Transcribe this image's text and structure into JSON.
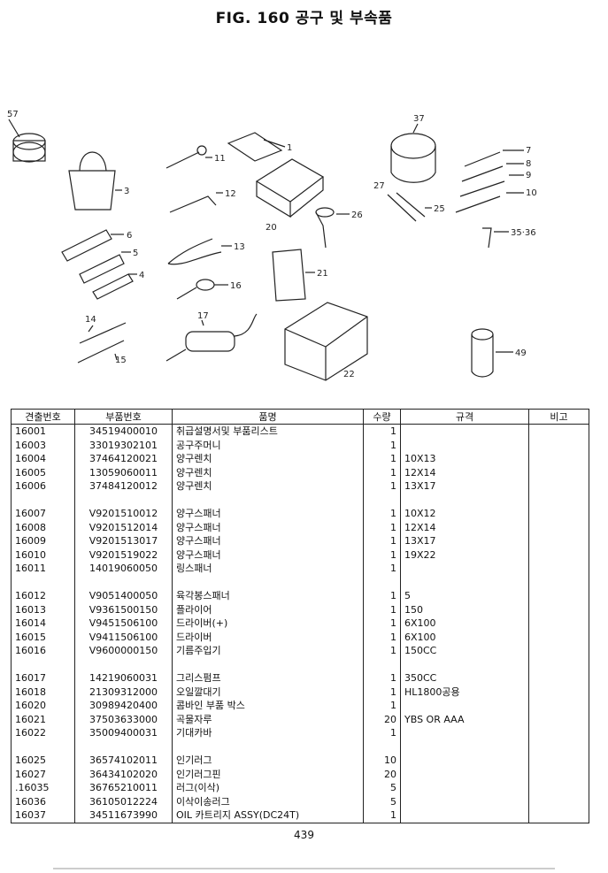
{
  "header": {
    "title": "FIG. 160 공구 및 부속품"
  },
  "figure": {
    "callouts": [
      "57",
      "3",
      "1",
      "11",
      "12",
      "20",
      "37",
      "7",
      "8",
      "9",
      "10",
      "27",
      "26",
      "25",
      "6",
      "5",
      "4",
      "13",
      "16",
      "21",
      "35·36",
      "14",
      "15",
      "17",
      "22",
      "49"
    ]
  },
  "table": {
    "headers": [
      "견출번호",
      "부품번호",
      "품명",
      "수량",
      "규격",
      "비고"
    ],
    "rows": [
      [
        "16001",
        "34519400010",
        "취급설명서및 부품리스트",
        "1",
        "",
        ""
      ],
      [
        "16003",
        "33019302101",
        "공구주머니",
        "1",
        "",
        ""
      ],
      [
        "16004",
        "37464120021",
        "양구렌치",
        "1",
        "10X13",
        ""
      ],
      [
        "16005",
        "13059060011",
        "양구렌치",
        "1",
        "12X14",
        ""
      ],
      [
        "16006",
        "37484120012",
        "양구렌치",
        "1",
        "13X17",
        ""
      ],
      [
        "",
        "",
        "",
        "",
        "",
        ""
      ],
      [
        "16007",
        "V9201510012",
        "양구스패너",
        "1",
        "10X12",
        ""
      ],
      [
        "16008",
        "V9201512014",
        "양구스패너",
        "1",
        "12X14",
        ""
      ],
      [
        "16009",
        "V9201513017",
        "양구스패너",
        "1",
        "13X17",
        ""
      ],
      [
        "16010",
        "V9201519022",
        "양구스패너",
        "1",
        "19X22",
        ""
      ],
      [
        "16011",
        "14019060050",
        "링스패너",
        "1",
        "",
        ""
      ],
      [
        "",
        "",
        "",
        "",
        "",
        ""
      ],
      [
        "16012",
        "V9051400050",
        "육각봉스패너",
        "1",
        "5",
        ""
      ],
      [
        "16013",
        "V9361500150",
        "플라이어",
        "1",
        "150",
        ""
      ],
      [
        "16014",
        "V9451506100",
        "드라이버(+)",
        "1",
        "6X100",
        ""
      ],
      [
        "16015",
        "V9411506100",
        "드라이버",
        "1",
        "6X100",
        ""
      ],
      [
        "16016",
        "V9600000150",
        "기름주입기",
        "1",
        "150CC",
        ""
      ],
      [
        "",
        "",
        "",
        "",
        "",
        ""
      ],
      [
        "16017",
        "14219060031",
        "그리스펌프",
        "1",
        "350CC",
        ""
      ],
      [
        "16018",
        "21309312000",
        "오일깔대기",
        "1",
        "HL1800공용",
        ""
      ],
      [
        "16020",
        "30989420400",
        "콤바인 부품 박스",
        "1",
        "",
        ""
      ],
      [
        "16021",
        "37503633000",
        "곡물자루",
        "20",
        "YBS OR AAA",
        ""
      ],
      [
        "16022",
        "35009400031",
        "기대카바",
        "1",
        "",
        ""
      ],
      [
        "",
        "",
        "",
        "",
        "",
        ""
      ],
      [
        "16025",
        "36574102011",
        "인기러그",
        "10",
        "",
        ""
      ],
      [
        "16027",
        "36434102020",
        "인기러그핀",
        "20",
        "",
        ""
      ],
      [
        ".16035",
        "36765210011",
        "러그(이삭)",
        "5",
        "",
        ""
      ],
      [
        "16036",
        "36105012224",
        "이삭이송러그",
        "5",
        "",
        ""
      ],
      [
        "16037",
        "34511673990",
        "OIL 카트리지 ASSY(DC24T)",
        "1",
        "",
        ""
      ]
    ]
  },
  "footer": {
    "page_number": "439"
  }
}
